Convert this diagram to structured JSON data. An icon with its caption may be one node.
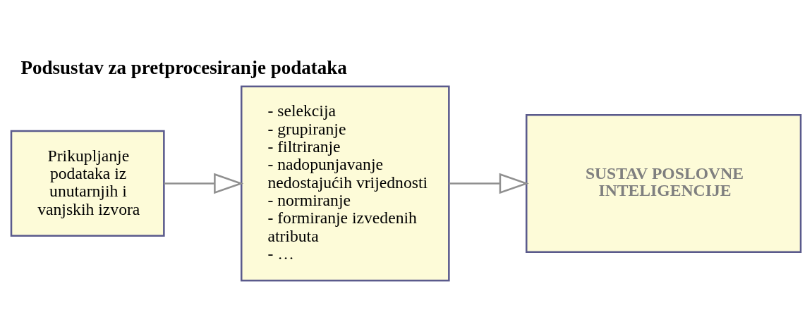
{
  "diagram": {
    "title": "Podsustav za pretprocesiranje podataka",
    "nodes": [
      {
        "text": [
          "Prikupljanje podataka iz unutarnjih i vanjskih izvora"
        ]
      },
      {
        "text": [
          "- selekcija",
          "- grupiranje",
          "- filtriranje",
          "- nadopunjavanje nedostajućih vrijednosti",
          "- normiranje",
          "- formiranje izvedenih atributa",
          "- …"
        ]
      },
      {
        "text": [
          "SUSTAV POSLOVNE INTELIGENCIJE"
        ]
      }
    ],
    "edges": [
      {
        "from": 0,
        "to": 1,
        "arrow": "to"
      },
      {
        "from": 1,
        "to": 2,
        "arrow": "to"
      }
    ]
  }
}
